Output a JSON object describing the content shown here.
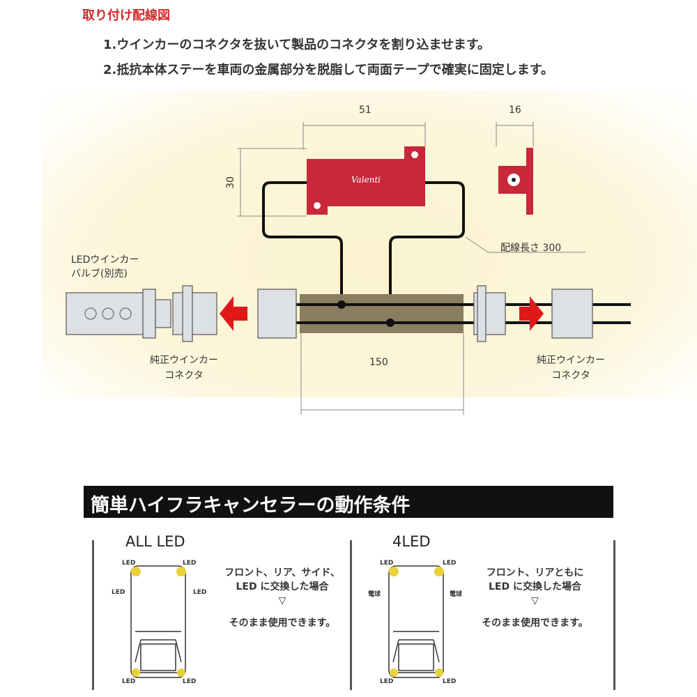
{
  "title": "取り付け配線図",
  "steps": [
    "1.ウインカーのコネクタを抜いて製品のコネクタを割り込ませます。",
    "2.抵抗本体ステーを車両の金属部分を脱脂して両面テープで確実に固定します。"
  ],
  "diagram": {
    "dim_width": "51",
    "dim_height": "30",
    "dim_side": "16",
    "dim_tube": "150",
    "wire_length": "配線長さ 300",
    "bulb_label": [
      "LEDウインカー",
      "バルブ(別売)"
    ],
    "left_connector_label": [
      "純正ウインカー",
      "コネクタ"
    ],
    "right_connector_label": [
      "純正ウインカー",
      "コネクタ"
    ],
    "brand": "Valenti"
  },
  "conditions": {
    "banner": "簡単ハイフラキャンセラーの動作条件",
    "panels": [
      {
        "heading": "ALL LED",
        "corner": "LED",
        "side": "LED",
        "desc": [
          "フロント、リア、サイド、",
          "LED に交換した場合"
        ],
        "result": "そのまま使用できます。"
      },
      {
        "heading": "4LED",
        "corner": "LED",
        "side": "電球",
        "desc": [
          "フロント、リアともに",
          "LED に交換した場合"
        ],
        "result": "そのまま使用できます。"
      }
    ]
  },
  "colors": {
    "accent": "#d8262c",
    "resistor": "#c8283a",
    "tube": "#8a7d60"
  }
}
